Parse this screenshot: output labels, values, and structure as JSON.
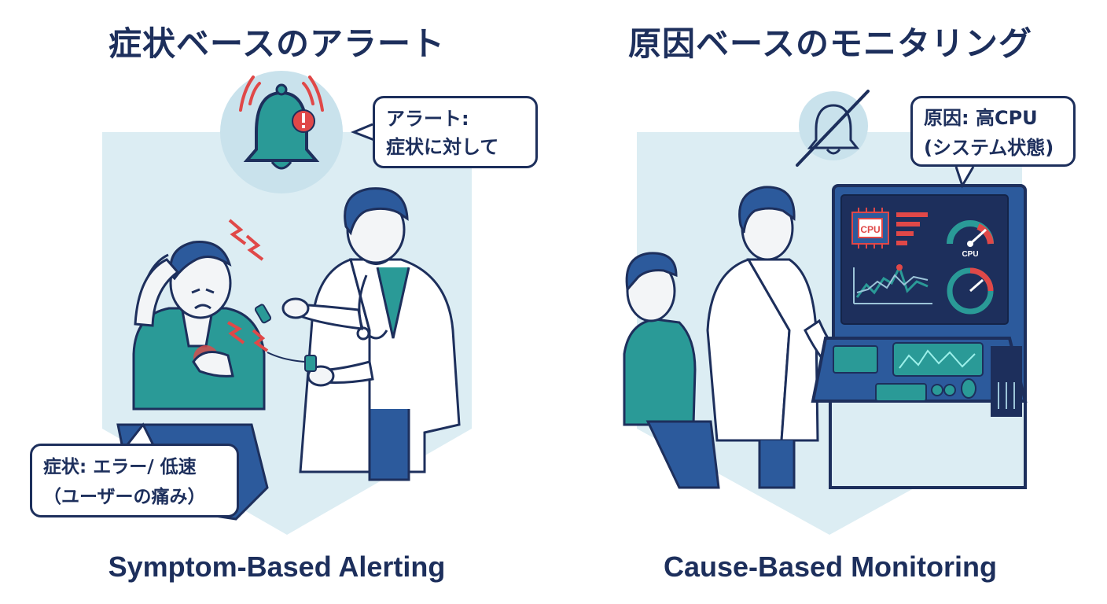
{
  "left": {
    "title": "症状ベースのアラート",
    "alert_bubble": {
      "line1": "アラート:",
      "line2": "症状に対して"
    },
    "symptom_bubble": {
      "line1": "症状: エラー/ 低速",
      "line2": "（ユーザーの痛み）"
    },
    "caption": "Symptom-Based Alerting"
  },
  "right": {
    "title": "原因ベースのモニタリング",
    "cause_bubble": {
      "line1": "原因: 高CPU",
      "line2": "(システム状態)"
    },
    "chip_label": "CPU",
    "gauge_label": "CPU",
    "caption": "Cause-Based Monitoring"
  },
  "colors": {
    "navy": "#1d2f5c",
    "teal": "#2a9a97",
    "light_blue": "#dcedf3",
    "alert_red": "#e04848",
    "blue": "#2c5a9c"
  },
  "icons": [
    "bell-icon",
    "alert-badge-icon",
    "muted-bell-icon",
    "cpu-chip-icon",
    "gauge-icon"
  ]
}
